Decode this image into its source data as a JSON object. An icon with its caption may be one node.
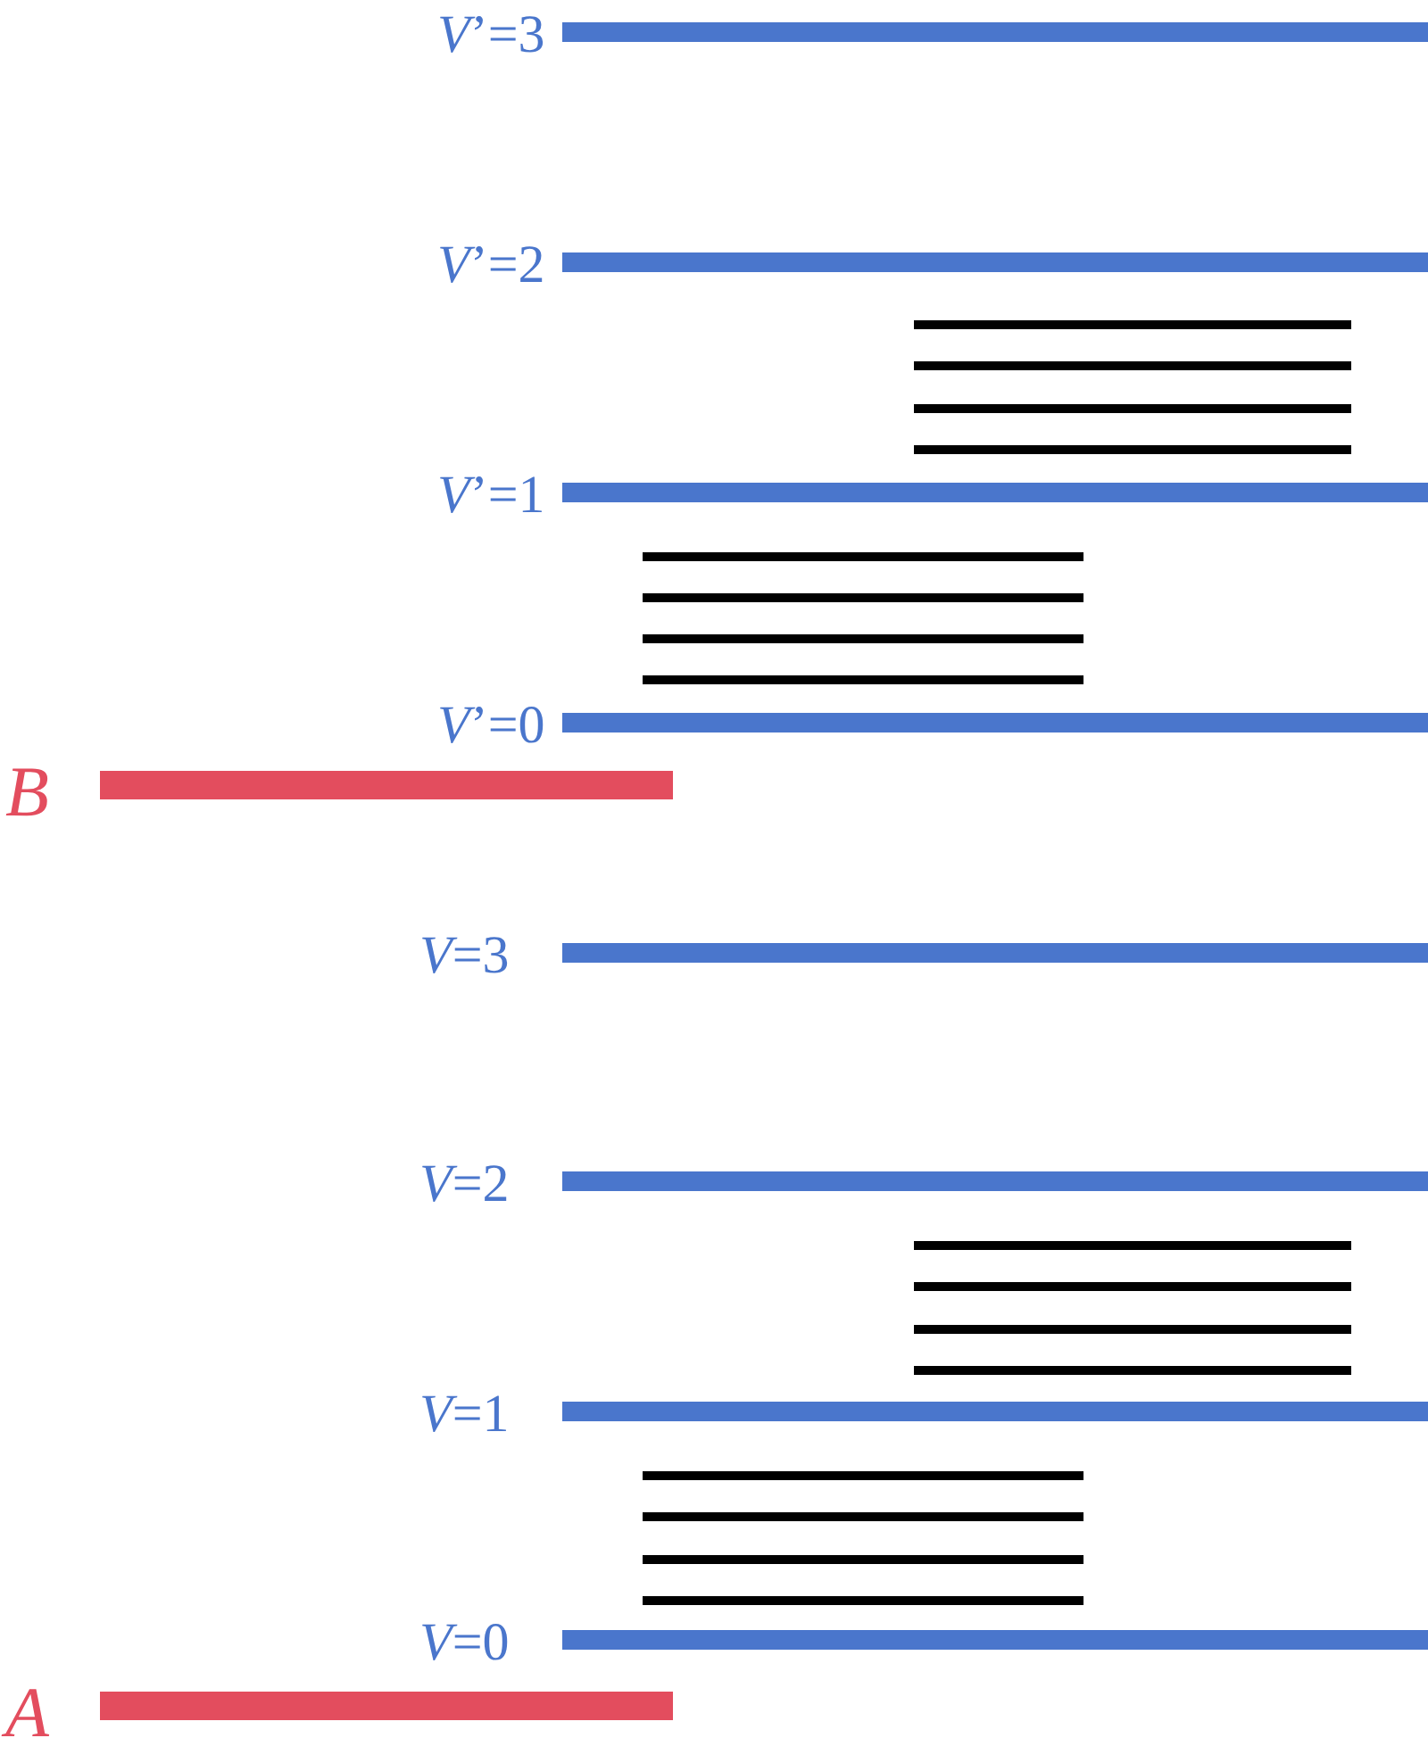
{
  "diagram": {
    "labels": [
      "*V*’=3",
      "*V*’=2",
      "*V*’=1",
      "*V*’=0",
      "B",
      "*V*=3",
      "*V*=2",
      "*V*=1",
      "*V*=0",
      "A"
    ]
  }
}
